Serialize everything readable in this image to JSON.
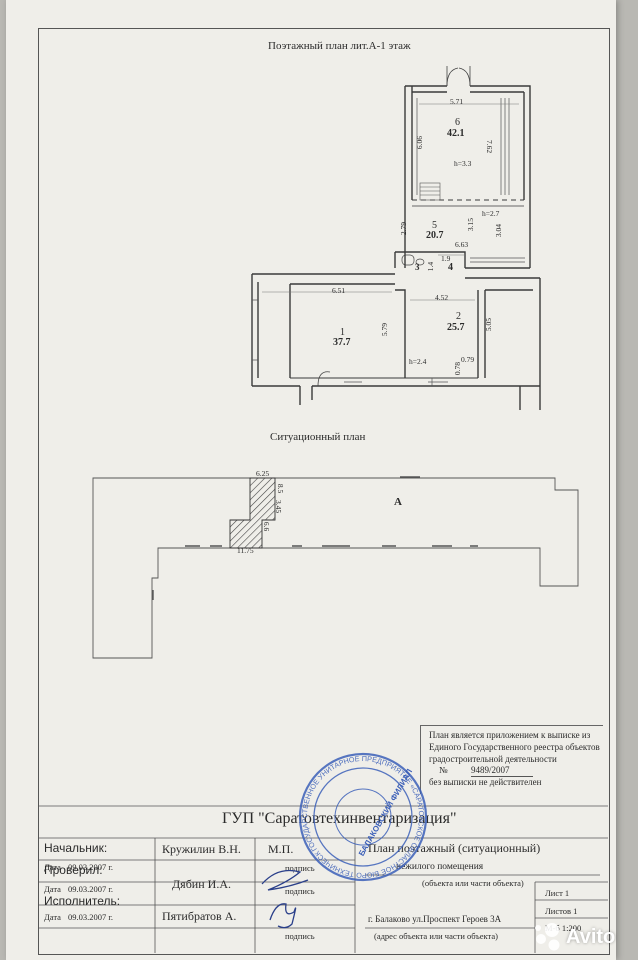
{
  "floor_plan": {
    "title": "Поэтажный план лит.А-1 этаж",
    "rooms": [
      {
        "num": "6",
        "area": "42.1"
      },
      {
        "num": "5",
        "area": "20.7"
      },
      {
        "num": "4",
        "area": ""
      },
      {
        "num": "3",
        "area": ""
      },
      {
        "num": "2",
        "area": "25.7"
      },
      {
        "num": "1",
        "area": "37.7"
      }
    ],
    "dims": {
      "d571": "5.71",
      "d606": "6.06",
      "d762": "7.62",
      "h33": "h=3.3",
      "d279": "2.79",
      "d315": "3.15",
      "h27": "h=2.7",
      "d304": "3.04",
      "d663": "6.63",
      "d19": "1.9",
      "d14": "1.4",
      "d651": "6.51",
      "d452": "4.52",
      "d579": "5.79",
      "d505": "5.05",
      "h24": "h=2.4",
      "d079": "0.79",
      "d078": "0.78"
    }
  },
  "situation_plan": {
    "title": "Ситуационный план",
    "label_a": "А",
    "dims": {
      "d625": "6.25",
      "d85": "8.5",
      "d345": "3.45",
      "d66": "6.6",
      "d1175": "11.75"
    }
  },
  "note": {
    "lines": [
      "План является приложением к выписке из",
      "Единого Государственного реестра объектов",
      "градостроительной деятельности"
    ],
    "number_prefix": "№",
    "number": "9489/2007",
    "validity": "без выписки не действителен"
  },
  "stamp_block": {
    "org": "ГУП \"Саратовтехинвентаризация\"",
    "plan_type": "План поэтажный (ситуационный)",
    "object": "нежилого помещения",
    "object_caption": "(объекта или части объекта)",
    "address": "г. Балаково ул.Проспект Героев 3А",
    "address_caption": "(адрес объекта или части объекта)",
    "sheet": "Лист 1",
    "sheets": "Листов 1",
    "scale": "М-б 1:200",
    "mp": "М.П.",
    "rows": [
      {
        "role": "Начальник:",
        "date_label": "Дата",
        "date": "09.03.2007 г.",
        "name": "Кружилин В.Н.",
        "sign": "подпись"
      },
      {
        "role": "Проверил:",
        "date_label": "Дата",
        "date": "09.03.2007 г.",
        "name": "Дябин И.А.",
        "sign": "подпись"
      },
      {
        "role": "Исполнитель:",
        "date_label": "Дата",
        "date": "09.03.2007 г.",
        "name": "Пятибратов А.",
        "sign": "подпись"
      }
    ]
  },
  "seal": {
    "outer_text": "ГОСУДАРСТВЕННОЕ УНИТАРНОЕ ПРЕДПРИЯТИЕ «САРАТОВСКОЕ ОБЛАСТНОЕ БЮРО ТЕХНИЧЕСКОЙ ИНВЕНТАРИЗАЦИИ И ОЦЕНКИ НЕДВИЖИМОСТИ»",
    "center_text": "БАЛАКОВСКИЙ ФИЛИАЛ"
  },
  "watermark": {
    "brand": "Avito"
  },
  "colors": {
    "seal": "#3b5fb8",
    "ink": "#2b2b2b",
    "hatch": "#444444",
    "sign": "#2a3f8a"
  }
}
